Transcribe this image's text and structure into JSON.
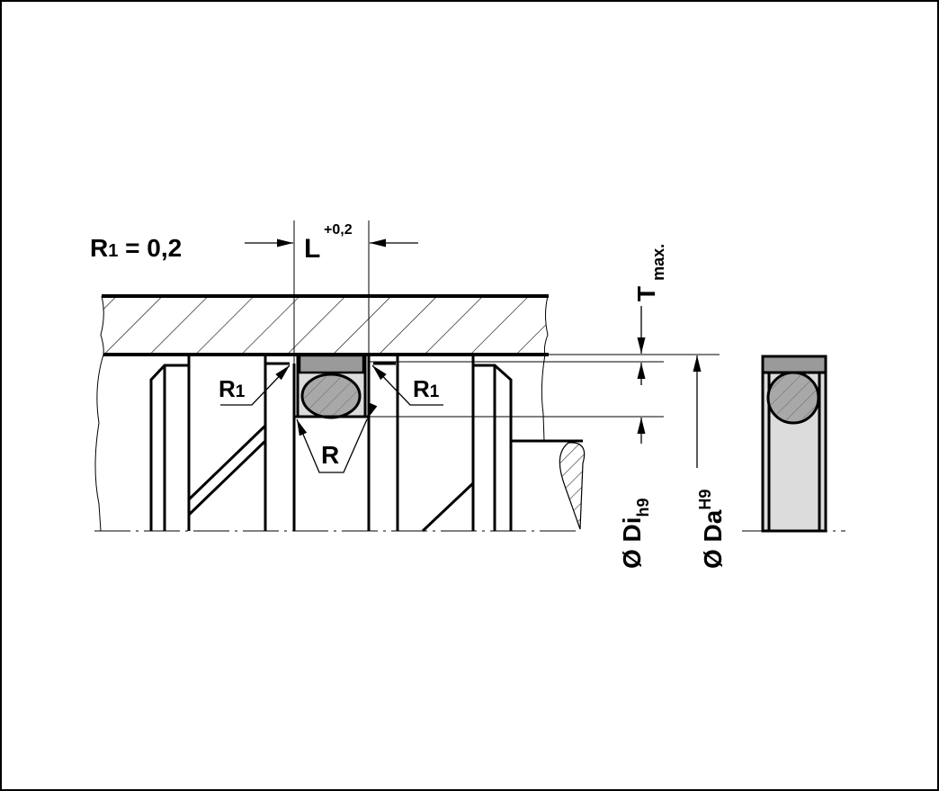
{
  "title_formula": {
    "symbol": "R",
    "subscript": "1",
    "rest": " = 0,2"
  },
  "dimensions": {
    "L": {
      "label": "L",
      "tolerance": "+0,2"
    },
    "T": {
      "label": "T",
      "suffix": "max."
    },
    "Di": {
      "prefix": "Ø Di",
      "tolerance": "h9"
    },
    "Da": {
      "prefix": "Ø Da",
      "tolerance": "H9"
    },
    "R": {
      "label": "R"
    },
    "R1_left": {
      "symbol": "R",
      "subscript": "1"
    },
    "R1_right": {
      "symbol": "R",
      "subscript": "1"
    }
  },
  "colors": {
    "line": "#000000",
    "seal_cap": "#9a9a9a",
    "oring": "#a8a8a8",
    "groove_fill": "#dcdcdc"
  }
}
